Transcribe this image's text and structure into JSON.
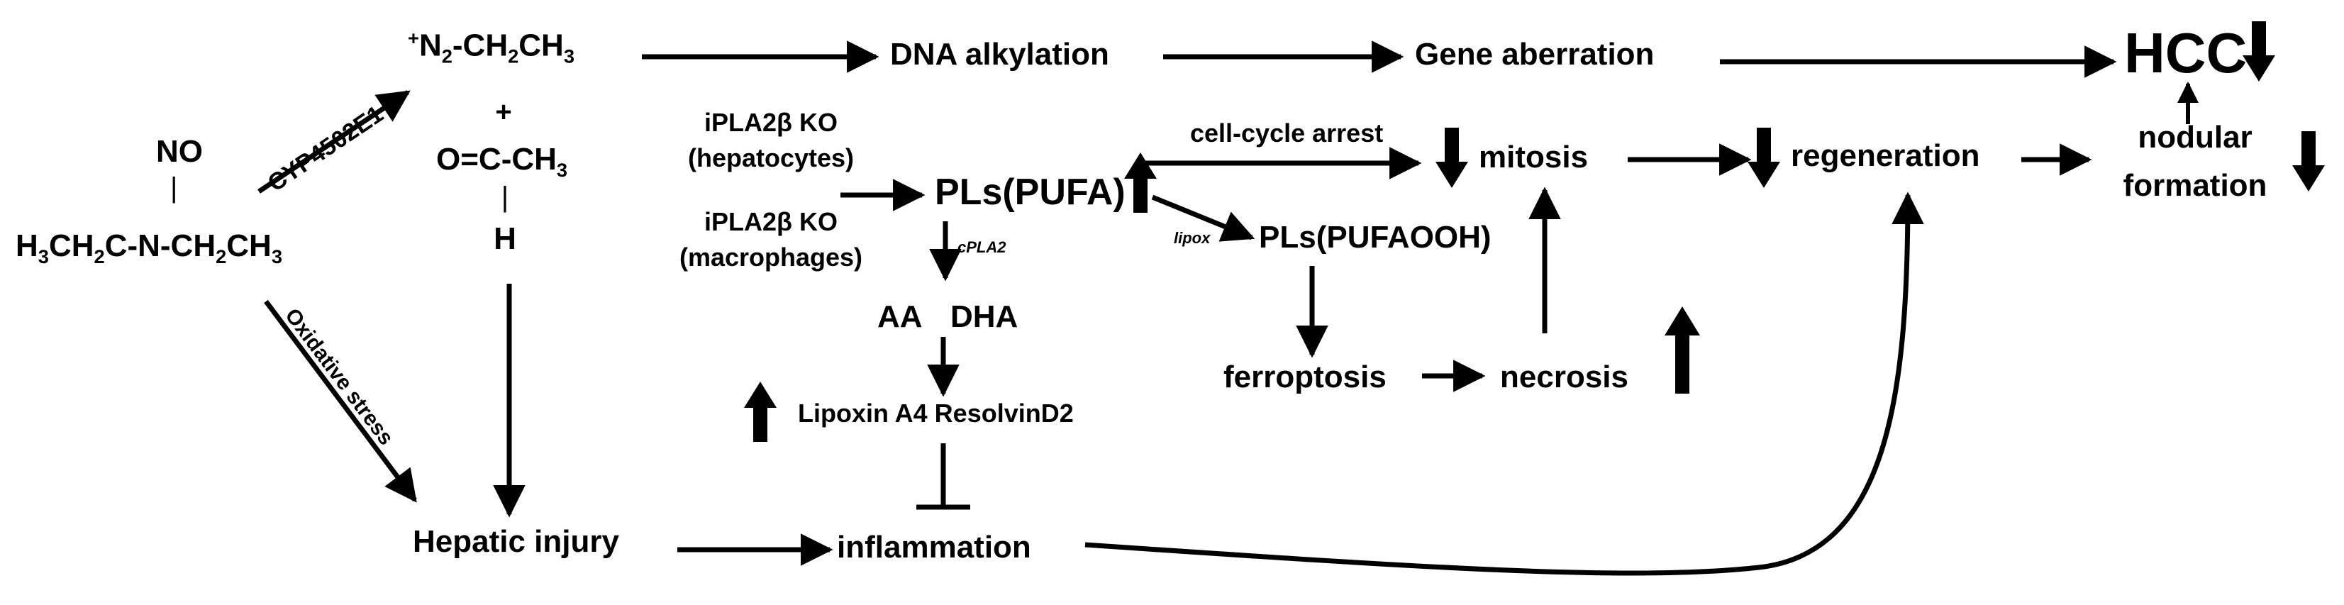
{
  "nodes": {
    "diethyl_no": "NO",
    "diethyl_left": "H",
    "diethyl_mid_a": "C-N-CH",
    "diethyl_mid_b": "CH",
    "num_2": "2",
    "num_3": "3",
    "diazonium_plus": "+",
    "diazonium_n": "N",
    "diazonium_tail": "-CH",
    "aldehyde_plus": "+",
    "aldehyde_main": "O=C-CH",
    "aldehyde_bond": "|",
    "aldehyde_h": "H",
    "dna_alkylation": "DNA alkylation",
    "gene_aberration": "Gene aberration",
    "hcc": "HCC",
    "ko_hepatocytes_line1": "iPLA2β KO",
    "ko_hepatocytes_line2": "(hepatocytes)",
    "ko_macrophages_line1": "iPLA2β KO",
    "ko_macrophages_line2": "(macrophages)",
    "pls_pufa": "PLs(PUFA)",
    "cell_cycle_arrest": "cell-cycle arrest",
    "mitosis": "mitosis",
    "regeneration": "regeneration",
    "nodular_line1": "nodular",
    "nodular_line2": "formation",
    "cpla2": "cPLA2",
    "lipox": "lipox",
    "pls_pufaooh": "PLs(PUFAOOH)",
    "aa": "AA",
    "dha": "DHA",
    "lipoxin_resolvin": "Lipoxin A4 ResolvinD2",
    "ferroptosis": "ferroptosis",
    "necrosis": "necrosis",
    "hepatic_injury": "Hepatic injury",
    "inflammation": "inflammation"
  },
  "edges": {
    "cyp": "CYP4502E1",
    "oxidative": "Oxidative stress"
  },
  "colors": {
    "ink": "#000000",
    "background": "#ffffff"
  }
}
